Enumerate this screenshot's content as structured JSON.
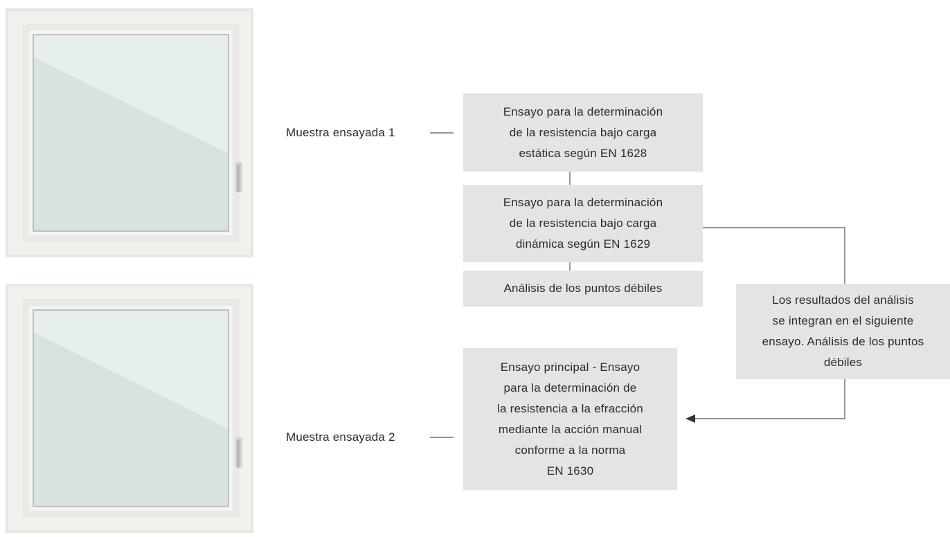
{
  "samples": {
    "sample1_label": "Muestra ensayada 1",
    "sample2_label": "Muestra ensayada 2"
  },
  "boxes": {
    "static_test": "Ensayo para la determinación\nde la resistencia bajo carga\nestática según EN 1628",
    "dynamic_test": "Ensayo para la determinación\nde la resistencia bajo carga\ndinámica según EN 1629",
    "weak_points": "Análisis de los puntos débiles",
    "results_note": "Los resultados del análisis\nse integran en el siguiente\nensayo. Análisis de los puntos\ndébiles",
    "main_test": "Ensayo principal - Ensayo\npara la determinación de\nla resistencia a la efracción\nmediante la acción manual\nconforme a la norma\nEN 1630"
  },
  "colors": {
    "box_fill": "#e4e4e4",
    "connector": "#555555",
    "frame": "#eceeea",
    "glass": "#d9e4e3"
  }
}
